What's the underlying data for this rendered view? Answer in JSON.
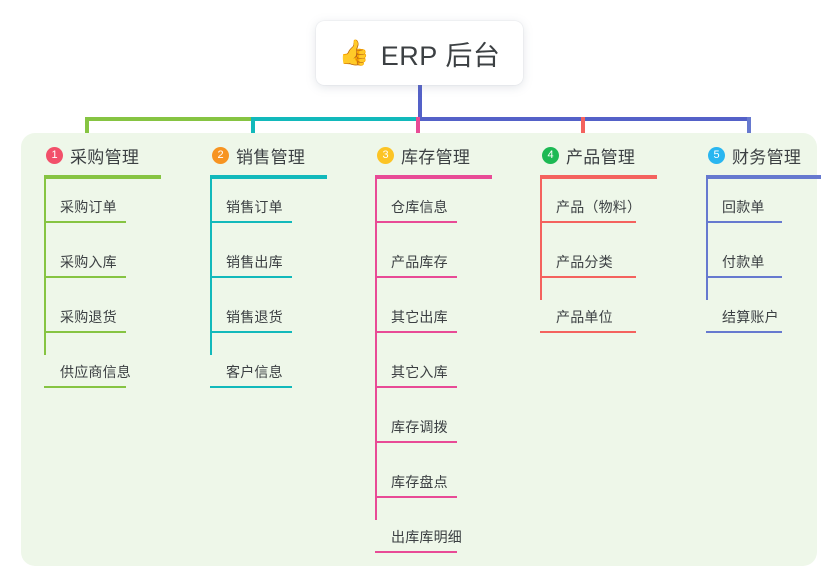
{
  "root": {
    "emoji": "👍",
    "icon_name": "thumbs-up-icon",
    "title": "ERP 后台"
  },
  "colors": {
    "panel_bg": "#eef7e9",
    "page_bg": "#ffffff",
    "root_connector": "#5461c8",
    "text": "#3c4043"
  },
  "columns": [
    {
      "number": "1",
      "title": "采购管理",
      "badge_color": "#f2506a",
      "line_color": "#86c442",
      "items": [
        {
          "label": "采购订单"
        },
        {
          "label": "采购入库"
        },
        {
          "label": "采购退货"
        },
        {
          "label": "供应商信息"
        }
      ]
    },
    {
      "number": "2",
      "title": "销售管理",
      "badge_color": "#f79421",
      "line_color": "#12b9bb",
      "items": [
        {
          "label": "销售订单"
        },
        {
          "label": "销售出库"
        },
        {
          "label": "销售退货"
        },
        {
          "label": "客户信息"
        }
      ]
    },
    {
      "number": "3",
      "title": "库存管理",
      "badge_color": "#fcc425",
      "line_color": "#e84b96",
      "items": [
        {
          "label": "仓库信息"
        },
        {
          "label": "产品库存"
        },
        {
          "label": "其它出库"
        },
        {
          "label": "其它入库"
        },
        {
          "label": "库存调拨"
        },
        {
          "label": "库存盘点"
        },
        {
          "label": "出库库明细"
        }
      ]
    },
    {
      "number": "4",
      "title": "产品管理",
      "badge_color": "#1db954",
      "line_color": "#f4625e",
      "items": [
        {
          "label": "产品（物料）"
        },
        {
          "label": "产品分类"
        },
        {
          "label": "产品单位"
        }
      ]
    },
    {
      "number": "5",
      "title": "财务管理",
      "badge_color": "#29b6f0",
      "line_color": "#6679cf",
      "items": [
        {
          "label": "回款单"
        },
        {
          "label": "付款单"
        },
        {
          "label": "结算账户"
        }
      ]
    }
  ]
}
